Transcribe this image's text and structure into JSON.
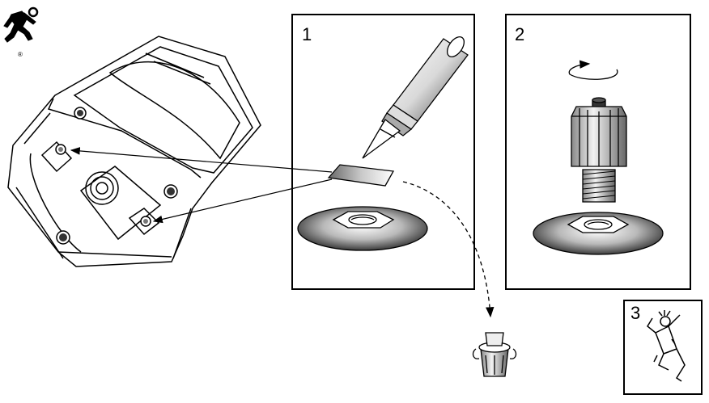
{
  "steps": [
    {
      "number": "1"
    },
    {
      "number": "2"
    },
    {
      "number": "3"
    }
  ],
  "logo": {
    "mark": "®",
    "icon": "running-man-logo-icon"
  },
  "icons": {
    "speaker": "speaker-bottom-icon",
    "knife": "hobby-knife-icon",
    "tape": "tape-strip-icon",
    "nut": "threaded-insert-nut-icon",
    "bolt": "threaded-stud-icon",
    "rotate": "rotate-arrow-icon",
    "trash": "trash-can-icon",
    "celebrate": "dancing-man-icon"
  },
  "colors": {
    "line": "#000000",
    "fill": "#ffffff"
  }
}
